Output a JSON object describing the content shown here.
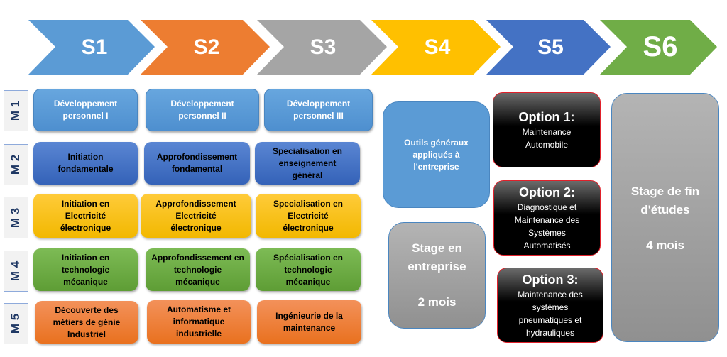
{
  "semesters": [
    {
      "label": "S1",
      "color": "#5b9bd5"
    },
    {
      "label": "S2",
      "color": "#ed7d31"
    },
    {
      "label": "S3",
      "color": "#a5a5a5"
    },
    {
      "label": "S4",
      "color": "#ffc000"
    },
    {
      "label": "S5",
      "color": "#4472c4"
    },
    {
      "label": "S6",
      "color": "#70ad47"
    }
  ],
  "modules": [
    "M 1",
    "M 2",
    "M 3",
    "M 4",
    "M 5"
  ],
  "grid": [
    [
      "Développement\npersonnel I",
      "Développement\npersonnel II",
      "Développement\npersonnel III"
    ],
    [
      "Initiation\nfondamentale",
      "Approfondissement\nfondamental",
      "Specialisation en\nenseignement\ngénéral"
    ],
    [
      "Initiation en\nElectricité\nélectronique",
      "Approfondissement\nElectricité\nélectronique",
      "Specialisation en\nElectricité\nélectronique"
    ],
    [
      "Initiation en\ntechnologie\nmécanique",
      "Approfondissement en\ntechnologie\nmécanique",
      "Spécialisation en\ntechnologie\nmécanique"
    ],
    [
      "Découverte des\nmétiers de génie\nIndustriel",
      "Automatisme et\ninformatique\nindustrielle",
      "Ingénieurie de la\nmaintenance"
    ]
  ],
  "s4": {
    "tools": "Outils généraux\nappliqués à\nl'entreprise",
    "internship_title": "Stage en\nentreprise",
    "internship_duration": "2 mois"
  },
  "options": [
    {
      "title": "Option 1:",
      "desc": "Maintenance\nAutomobile"
    },
    {
      "title": "Option 2:",
      "desc": "Diagnostique et\nMaintenance  des\nSystèmes\nAutomatisés"
    },
    {
      "title": "Option 3:",
      "desc": "Maintenance des\nsystèmes\npneumatiques et\nhydrauliques"
    }
  ],
  "s6": {
    "title": "Stage de fin\nd'études",
    "duration": "4 mois"
  }
}
